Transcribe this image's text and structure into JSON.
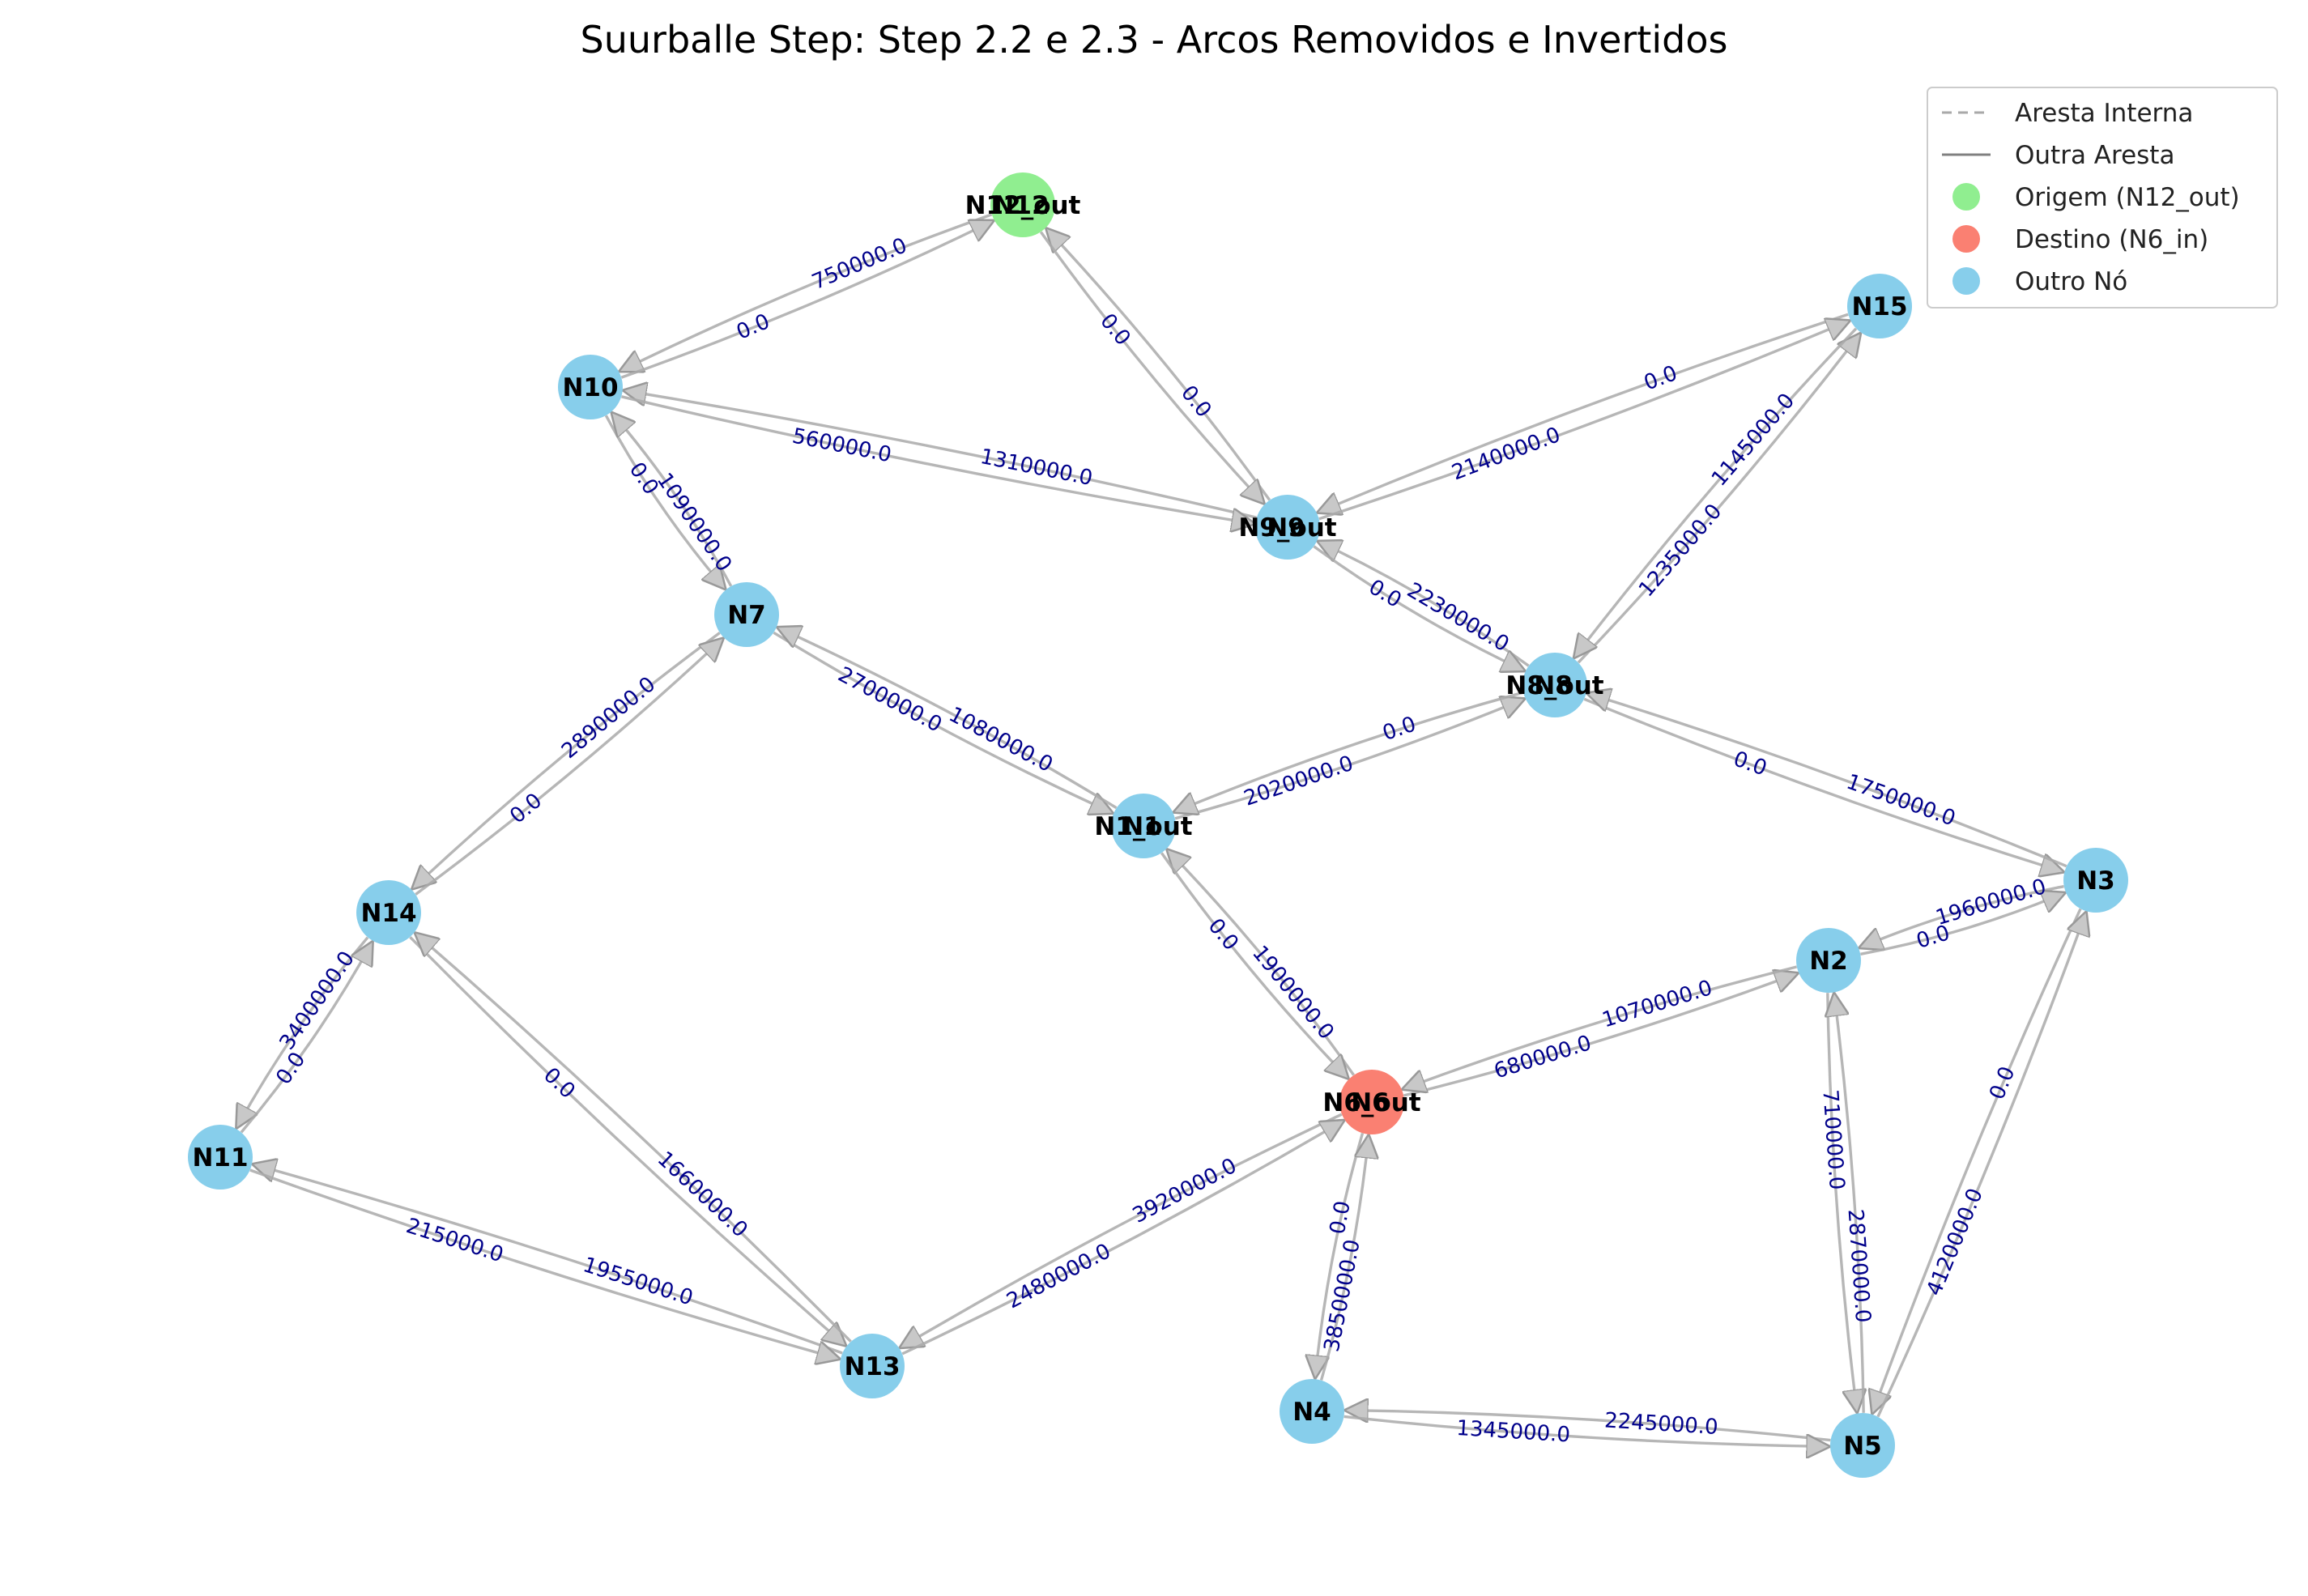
{
  "title": "Suurballe Step: Step 2.2 e 2.3 - Arcos Removidos e Invertidos",
  "colors": {
    "origin": "#90ee90",
    "destination": "#fa8072",
    "node": "#87ceeb",
    "edge": "#a9a9a9",
    "edge_label": "#00008b"
  },
  "legend": [
    {
      "label": "Aresta Interna",
      "kind": "dashed-line"
    },
    {
      "label": "Outra Aresta",
      "kind": "solid-line"
    },
    {
      "label": "Origem (N12_out)",
      "kind": "origin-dot"
    },
    {
      "label": "Destino (N6_in)",
      "kind": "destination-dot"
    },
    {
      "label": "Outro Nó",
      "kind": "node-dot"
    }
  ],
  "nodes": [
    {
      "id": "N12",
      "labels": [
        "N12_out",
        "N12"
      ],
      "role": "origin"
    },
    {
      "id": "N10",
      "labels": [
        "N10"
      ],
      "role": "node"
    },
    {
      "id": "N15",
      "labels": [
        "N15"
      ],
      "role": "node"
    },
    {
      "id": "N9",
      "labels": [
        "N9_out",
        "N9"
      ],
      "role": "node"
    },
    {
      "id": "N7",
      "labels": [
        "N7"
      ],
      "role": "node"
    },
    {
      "id": "N8",
      "labels": [
        "N8_out",
        "N8"
      ],
      "role": "node"
    },
    {
      "id": "N1",
      "labels": [
        "N1_out",
        "N1"
      ],
      "role": "node"
    },
    {
      "id": "N14",
      "labels": [
        "N14"
      ],
      "role": "node"
    },
    {
      "id": "N3",
      "labels": [
        "N3"
      ],
      "role": "node"
    },
    {
      "id": "N2",
      "labels": [
        "N2"
      ],
      "role": "node"
    },
    {
      "id": "N6",
      "labels": [
        "N6_out",
        "N6"
      ],
      "role": "destination"
    },
    {
      "id": "N11",
      "labels": [
        "N11"
      ],
      "role": "node"
    },
    {
      "id": "N13",
      "labels": [
        "N13"
      ],
      "role": "node"
    },
    {
      "id": "N4",
      "labels": [
        "N4"
      ],
      "role": "node"
    },
    {
      "id": "N5",
      "labels": [
        "N5"
      ],
      "role": "node"
    }
  ],
  "edges": [
    {
      "from": "N12",
      "to": "N10",
      "label": "750000.0"
    },
    {
      "from": "N10",
      "to": "N12",
      "label": "0.0"
    },
    {
      "from": "N9",
      "to": "N12",
      "label": "0.0"
    },
    {
      "from": "N12",
      "to": "N9",
      "label": "0.0"
    },
    {
      "from": "N9",
      "to": "N10",
      "label": "1310000.0"
    },
    {
      "from": "N10",
      "to": "N9",
      "label": "560000.0"
    },
    {
      "from": "N15",
      "to": "N9",
      "label": "0.0"
    },
    {
      "from": "N9",
      "to": "N15",
      "label": "2140000.0"
    },
    {
      "from": "N8",
      "to": "N9",
      "label": "2230000.0"
    },
    {
      "from": "N9",
      "to": "N8",
      "label": "0.0"
    },
    {
      "from": "N8",
      "to": "N15",
      "label": "1235000.0"
    },
    {
      "from": "N15",
      "to": "N8",
      "label": "1145000.0"
    },
    {
      "from": "N10",
      "to": "N7",
      "label": "0.0"
    },
    {
      "from": "N7",
      "to": "N10",
      "label": "1090000.0"
    },
    {
      "from": "N7",
      "to": "N1",
      "label": "2700000.0"
    },
    {
      "from": "N1",
      "to": "N7",
      "label": "1080000.0"
    },
    {
      "from": "N1",
      "to": "N8",
      "label": "2020000.0"
    },
    {
      "from": "N8",
      "to": "N1",
      "label": "0.0"
    },
    {
      "from": "N8",
      "to": "N3",
      "label": "0.0"
    },
    {
      "from": "N3",
      "to": "N8",
      "label": "1750000.0"
    },
    {
      "from": "N7",
      "to": "N14",
      "label": "2890000.0"
    },
    {
      "from": "N14",
      "to": "N7",
      "label": "0.0"
    },
    {
      "from": "N6",
      "to": "N1",
      "label": "1900000.0"
    },
    {
      "from": "N1",
      "to": "N6",
      "label": "0.0"
    },
    {
      "from": "N3",
      "to": "N2",
      "label": "1960000.0"
    },
    {
      "from": "N2",
      "to": "N3",
      "label": "0.0"
    },
    {
      "from": "N6",
      "to": "N2",
      "label": "680000.0"
    },
    {
      "from": "N2",
      "to": "N6",
      "label": "1070000.0"
    },
    {
      "from": "N14",
      "to": "N11",
      "label": "3400000.0"
    },
    {
      "from": "N11",
      "to": "N14",
      "label": "0.0"
    },
    {
      "from": "N14",
      "to": "N13",
      "label": "0.0"
    },
    {
      "from": "N13",
      "to": "N14",
      "label": "1660000.0"
    },
    {
      "from": "N13",
      "to": "N11",
      "label": "1955000.0"
    },
    {
      "from": "N11",
      "to": "N13",
      "label": "215000.0"
    },
    {
      "from": "N6",
      "to": "N13",
      "label": "3920000.0"
    },
    {
      "from": "N13",
      "to": "N6",
      "label": "2480000.0"
    },
    {
      "from": "N6",
      "to": "N4",
      "label": "0.0"
    },
    {
      "from": "N4",
      "to": "N6",
      "label": "3850000.0"
    },
    {
      "from": "N2",
      "to": "N5",
      "label": "710000.0"
    },
    {
      "from": "N5",
      "to": "N2",
      "label": "2870000.0"
    },
    {
      "from": "N3",
      "to": "N5",
      "label": "0.0"
    },
    {
      "from": "N5",
      "to": "N3",
      "label": "4120000.0"
    },
    {
      "from": "N5",
      "to": "N4",
      "label": "2245000.0"
    },
    {
      "from": "N4",
      "to": "N5",
      "label": "1345000.0"
    }
  ]
}
